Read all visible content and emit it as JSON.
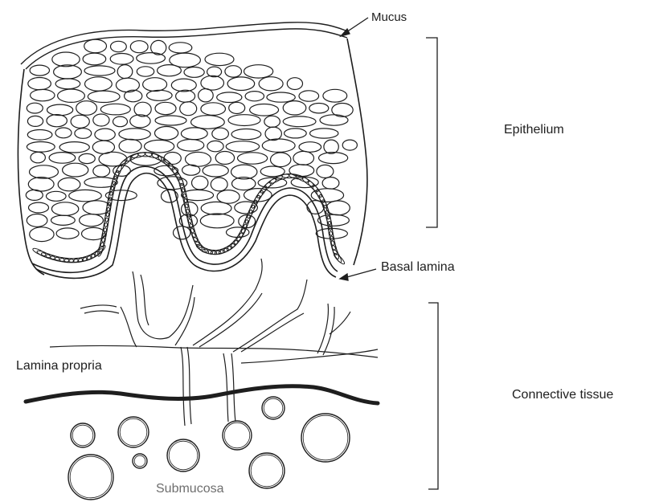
{
  "labels": {
    "mucus": "Mucus",
    "epithelium": "Epithelium",
    "basal_lamina": "Basal lamina",
    "lamina_propria": "Lamina propria",
    "connective_tissue": "Connective tissue",
    "submucosa": "Submucosa"
  },
  "colors": {
    "ink": "#1e1e1e",
    "muted_label": "#6e6e6e",
    "background": "#ffffff"
  }
}
